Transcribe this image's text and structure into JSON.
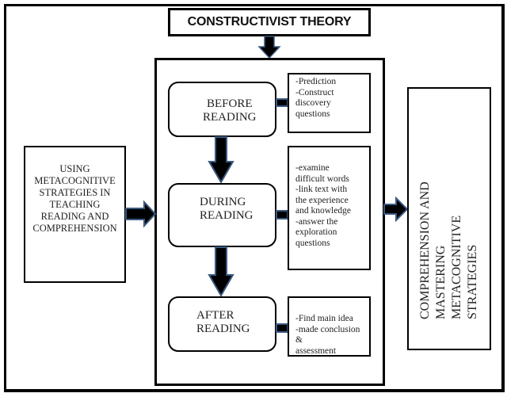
{
  "theory": {
    "label": "CONSTRUCTIVIST THEORY"
  },
  "input": {
    "lines": [
      "USING",
      "METACOGNITIVE",
      "STRATEGIES IN",
      "TEACHING",
      "READING AND",
      "COMPREHENSION"
    ]
  },
  "stages": [
    {
      "title_lines": [
        "BEFORE",
        "READING"
      ],
      "notes": "-Prediction\n-Construct\ndiscovery\nquestions"
    },
    {
      "title_lines": [
        "DURING",
        "READING"
      ],
      "notes": "-examine\ndifficult words\n-link text with\nthe experience\nand knowledge\n-answer the\nexploration\nquestions"
    },
    {
      "title_lines": [
        "AFTER",
        "READING"
      ],
      "notes": "-Find main idea\n-made conclusion &\nassessment"
    }
  ],
  "output": {
    "lines": [
      "COMPREHENSION AND",
      "MASTERING",
      "METACOGNITIVE",
      "STRATEGIES"
    ]
  },
  "colors": {
    "arrow_fill": "#000000",
    "arrow_outline": "#3b5a82",
    "box_border": "#000000"
  }
}
